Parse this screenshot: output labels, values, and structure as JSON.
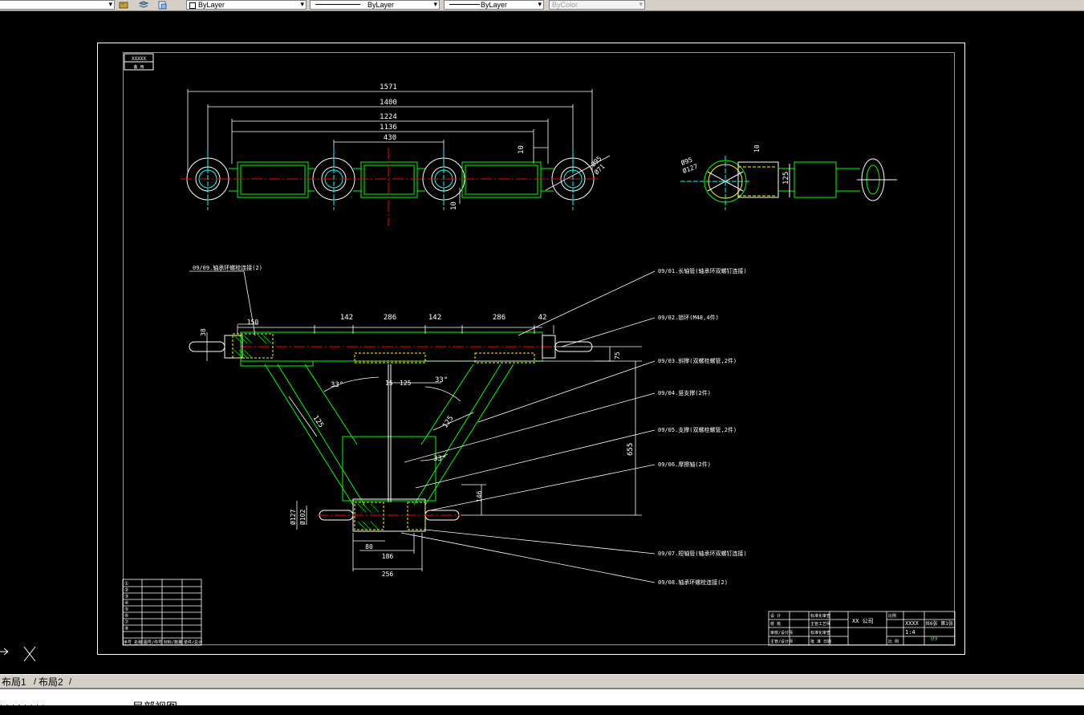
{
  "toolbar": {
    "layer_combo": "ByLayer",
    "linetype_combo": "ByLayer",
    "lineweight_combo": "ByLayer",
    "plotstyle_combo": "ByColor"
  },
  "drawing": {
    "stamp": {
      "line1": "XXXXX",
      "line2": "备 用"
    },
    "top_view_dims": {
      "d1571": "1571",
      "d1400": "1400",
      "d1224": "1224",
      "d1136": "1136",
      "d430": "430",
      "d10a": "10",
      "d10b": "10",
      "phi95": "Ø95",
      "phi71": "Ø71"
    },
    "side_view_dims": {
      "phi95": "Ø95",
      "phi127": "Ø127",
      "d10": "10",
      "d125": "125"
    },
    "front_dims": {
      "d150": "150",
      "d38": "38",
      "d142a": "142",
      "d286a": "286",
      "d142b": "142",
      "d286b": "286",
      "d42": "42",
      "d75": "75",
      "d33a": "33°",
      "d33b": "33°",
      "d33c": "33°",
      "d125a": "125",
      "d125b": "125",
      "d125c": "125",
      "d15": "15",
      "d655": "655",
      "d146": "146",
      "phi127": "Ø127",
      "phi102": "Ø102",
      "d80": "80",
      "d186": "186",
      "d256": "256"
    },
    "labels": {
      "l09": "09/09.轴承环螺栓连接(2)",
      "l01": "09/01.长轴管(轴承环双螺钉连接)",
      "l02": "09/02.锁环(M48,4件)",
      "l03": "09/03.斜撑(双螺栓螺管,2件)",
      "l04": "09/04.竖支撑(2件)",
      "l05": "09/05.支撑(双螺栓螺管,2件)",
      "l06": "09/06.摩擦轴(2件)",
      "l07": "09/07.短轴管(轴承环双螺钉连接)",
      "l08": "09/08.轴承环螺栓连接(2)"
    },
    "bom_rows": [
      "①",
      "②",
      "③",
      "④",
      "⑤",
      "⑥",
      "⑦",
      "⑧"
    ],
    "bom_footer": [
      "序号 名称",
      "图号/件号",
      "材料/数量",
      "单件/总计"
    ],
    "title_block": {
      "rows_left": [
        [
          "设 计",
          "标准化审查"
        ],
        [
          "校 核",
          "主管工艺师"
        ],
        [
          "审核/设计师",
          "标准化审查"
        ],
        [
          "主管/设计师",
          "批 准 日期"
        ]
      ],
      "logo": "XX 公司",
      "scale_label": "比例",
      "scale_val": "1:4",
      "sheet": "共6张 第1张",
      "code": "09",
      "drawing_no": "XXXX",
      "weight": "比 例"
    }
  },
  "tabs": [
    "布局1",
    "布局2"
  ],
  "command": {
    "prompt": "局部视图",
    "dots": "· · · · · · · ·"
  }
}
